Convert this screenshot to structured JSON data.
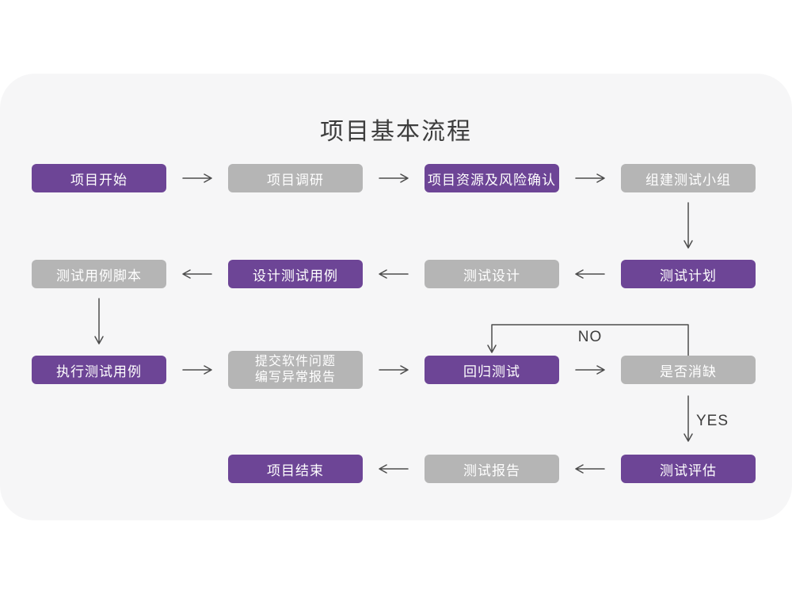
{
  "title": "项目基本流程",
  "branch_labels": {
    "no": "NO",
    "yes": "YES"
  },
  "colors": {
    "page_bg": "#ffffff",
    "card_bg": "#f6f6f7",
    "node_purple": "#6d4596",
    "node_gray": "#b5b5b5",
    "node_text": "#ffffff",
    "arrow_line": "#4d4d4d",
    "title_text": "#3d3d3d"
  },
  "nodes": [
    {
      "id": "project-start",
      "label": "项目开始",
      "variant": "purple",
      "row": 1,
      "col": 1
    },
    {
      "id": "project-research",
      "label": "项目调研",
      "variant": "gray",
      "row": 1,
      "col": 2
    },
    {
      "id": "resources-risk",
      "label": "项目资源及风险确认",
      "variant": "purple",
      "row": 1,
      "col": 3
    },
    {
      "id": "build-test-team",
      "label": "组建测试小组",
      "variant": "gray",
      "row": 1,
      "col": 4
    },
    {
      "id": "test-case-script",
      "label": "测试用例脚本",
      "variant": "gray",
      "row": 2,
      "col": 1
    },
    {
      "id": "design-test-case",
      "label": "设计测试用例",
      "variant": "purple",
      "row": 2,
      "col": 2
    },
    {
      "id": "test-design",
      "label": "测试设计",
      "variant": "gray",
      "row": 2,
      "col": 3
    },
    {
      "id": "test-plan",
      "label": "测试计划",
      "variant": "purple",
      "row": 2,
      "col": 4
    },
    {
      "id": "execute-test-case",
      "label": "执行测试用例",
      "variant": "purple",
      "row": 3,
      "col": 1
    },
    {
      "id": "submit-issue-report",
      "label": "提交软件问题 编写异常报告",
      "lines": [
        "提交软件问题",
        "编写异常报告"
      ],
      "variant": "gray",
      "row": 3,
      "col": 2
    },
    {
      "id": "regression-test",
      "label": "回归测试",
      "variant": "purple",
      "row": 3,
      "col": 3
    },
    {
      "id": "defect-cleared",
      "label": "是否消缺",
      "variant": "gray",
      "row": 3,
      "col": 4
    },
    {
      "id": "project-end",
      "label": "项目结束",
      "variant": "purple",
      "row": 4,
      "col": 2
    },
    {
      "id": "test-report",
      "label": "测试报告",
      "variant": "gray",
      "row": 4,
      "col": 3
    },
    {
      "id": "test-evaluation",
      "label": "测试评估",
      "variant": "purple",
      "row": 4,
      "col": 4
    }
  ],
  "edges": [
    {
      "from": "project-start",
      "to": "project-research",
      "label": ""
    },
    {
      "from": "project-research",
      "to": "resources-risk",
      "label": ""
    },
    {
      "from": "resources-risk",
      "to": "build-test-team",
      "label": ""
    },
    {
      "from": "build-test-team",
      "to": "test-plan",
      "label": ""
    },
    {
      "from": "test-plan",
      "to": "test-design",
      "label": ""
    },
    {
      "from": "test-design",
      "to": "design-test-case",
      "label": ""
    },
    {
      "from": "design-test-case",
      "to": "test-case-script",
      "label": ""
    },
    {
      "from": "test-case-script",
      "to": "execute-test-case",
      "label": ""
    },
    {
      "from": "execute-test-case",
      "to": "submit-issue-report",
      "label": ""
    },
    {
      "from": "submit-issue-report",
      "to": "regression-test",
      "label": ""
    },
    {
      "from": "regression-test",
      "to": "defect-cleared",
      "label": ""
    },
    {
      "from": "defect-cleared",
      "to": "regression-test",
      "label": "NO"
    },
    {
      "from": "defect-cleared",
      "to": "test-evaluation",
      "label": "YES"
    },
    {
      "from": "test-evaluation",
      "to": "test-report",
      "label": ""
    },
    {
      "from": "test-report",
      "to": "project-end",
      "label": ""
    }
  ]
}
